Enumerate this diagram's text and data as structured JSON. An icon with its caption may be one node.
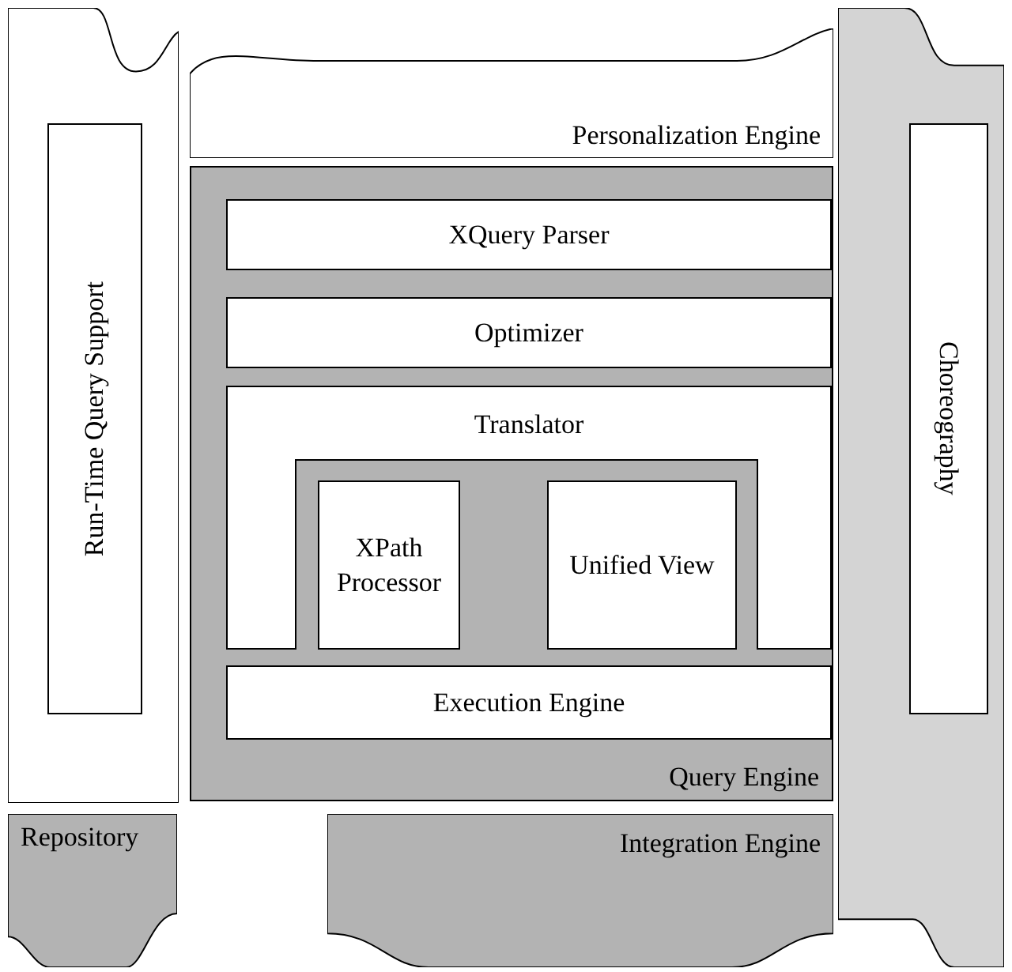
{
  "diagram": {
    "nodes": [
      {
        "text": [],
        "shape": "box"
      },
      {
        "text": [
          "Run-Time Query Support"
        ],
        "in": 0
      },
      {
        "text": [
          "Personalization Engine"
        ]
      },
      {
        "text": [
          "Query Engine"
        ]
      },
      {
        "text": [
          "XQuery Parser"
        ],
        "in": 3
      },
      {
        "text": [
          "Optimizer"
        ],
        "in": 3
      },
      {
        "text": [
          "Translator"
        ],
        "in": 3
      },
      {
        "text": [
          "XPath Processor"
        ],
        "in": 3
      },
      {
        "text": [
          "Unified View"
        ],
        "in": 3
      },
      {
        "text": [
          "Execution Engine"
        ],
        "in": 3
      },
      {
        "text": [],
        "shape": "box"
      },
      {
        "text": [
          "Choreography"
        ],
        "in": 10
      },
      {
        "text": [
          "Repository"
        ]
      },
      {
        "text": [
          "Integration Engine"
        ]
      }
    ],
    "edges": []
  }
}
